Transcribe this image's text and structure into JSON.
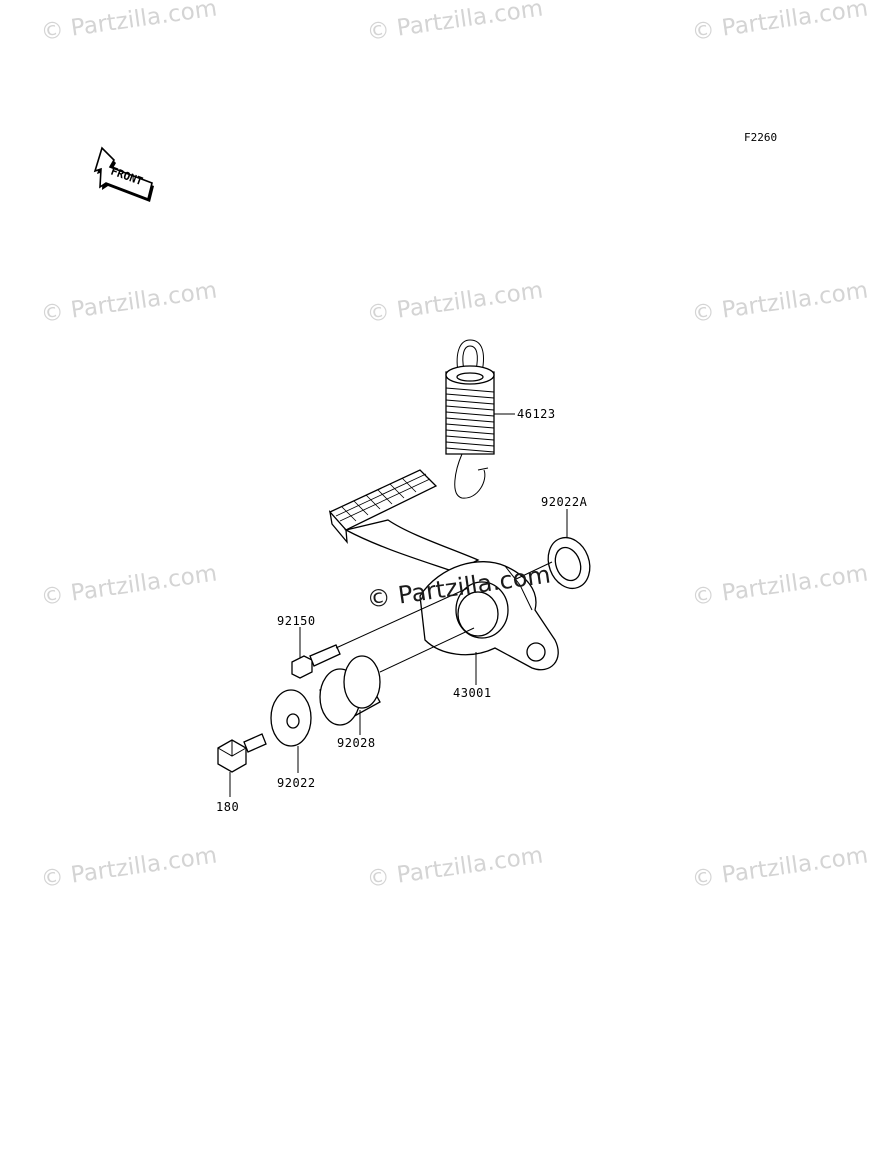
{
  "diagram_code": "F2260",
  "front_label": "FRONT",
  "watermark": "© Partzilla.com",
  "parts": {
    "spring": "46123",
    "washer_a": "92022A",
    "pedal": "43001",
    "bolt_small": "92150",
    "collar": "92028",
    "washer": "92022",
    "bolt": "180"
  }
}
